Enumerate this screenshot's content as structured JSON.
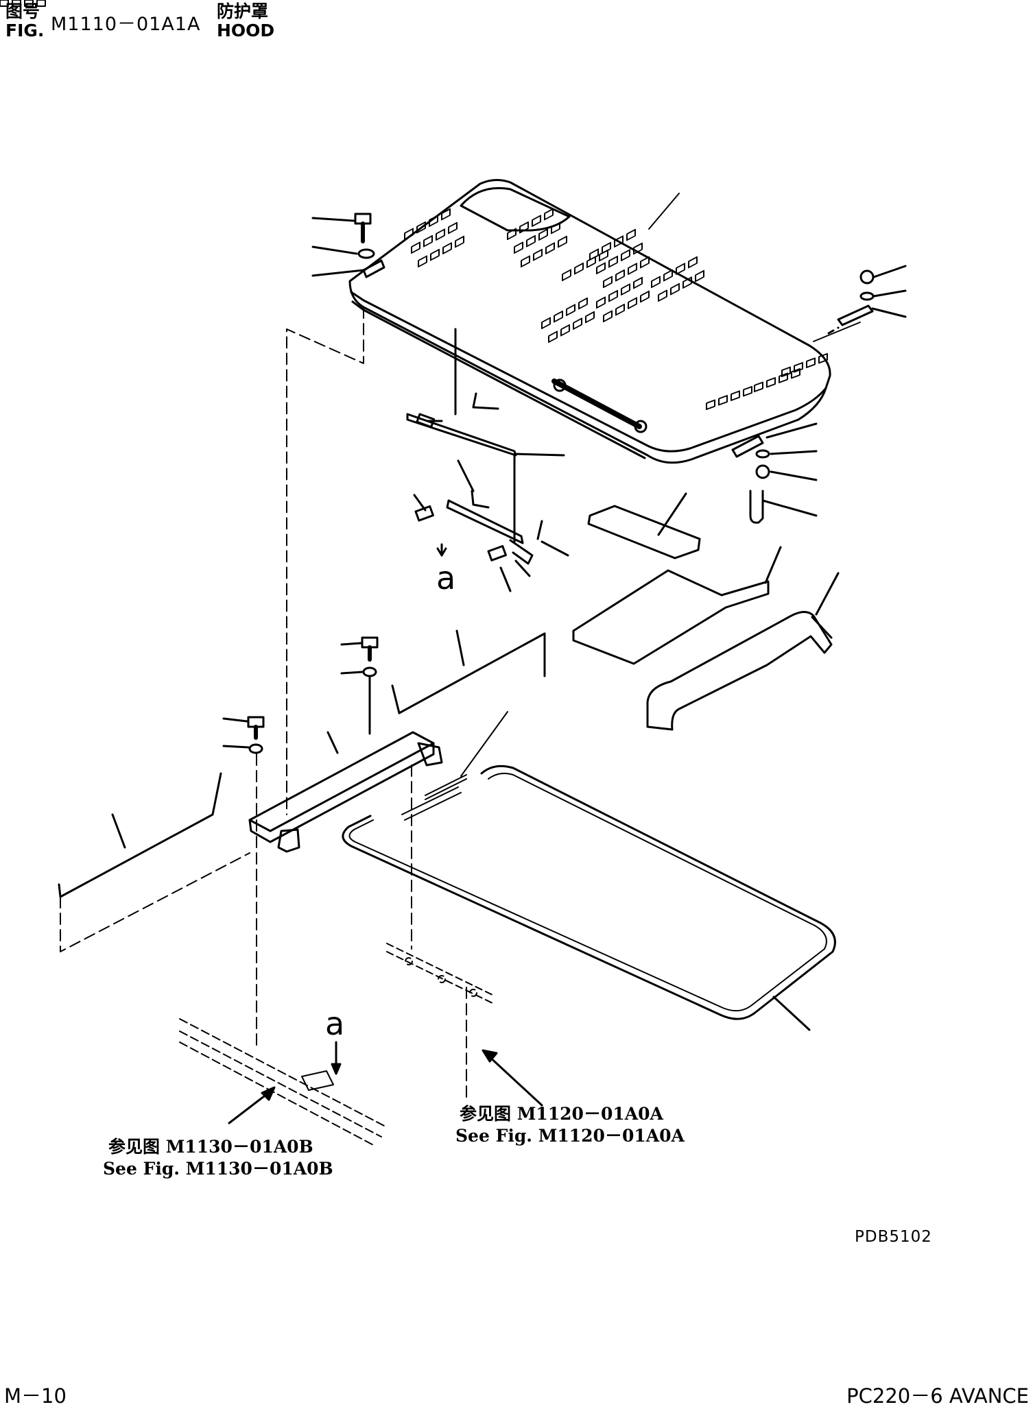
{
  "header": {
    "fig_label_cn": "图号",
    "fig_label_en": "FIG.",
    "figure_number": "M1110－01A1A",
    "title_cn": "防护罩",
    "title_en": "HOOD"
  },
  "callouts": {
    "detail_letter": "a"
  },
  "references": {
    "left_cn": "参见图 M1130－01A0B",
    "left_en": "See Fig. M1130－01A0B",
    "right_cn": "参见图 M1120－01A0A",
    "right_en": "See Fig. M1120－01A0A"
  },
  "drawing_code": "PDB5102",
  "footer": {
    "page": "M－10",
    "model": "PC220－6 AVANCE"
  }
}
